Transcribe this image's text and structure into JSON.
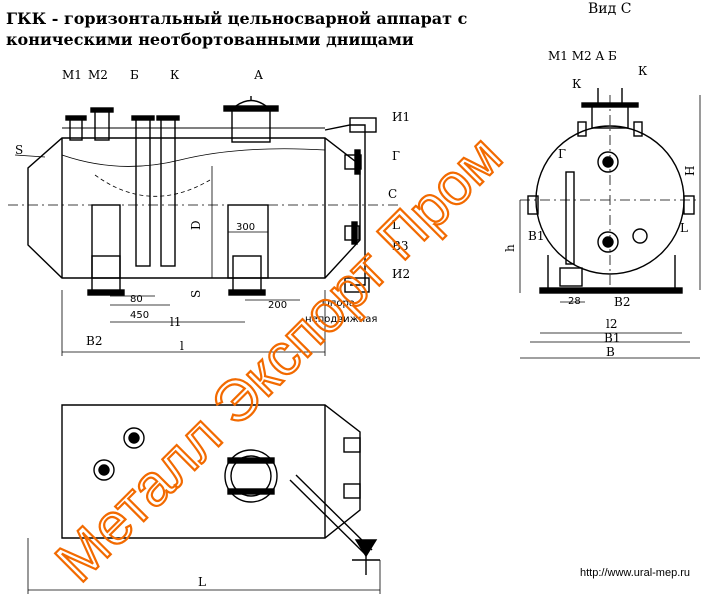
{
  "title": "ГКК - горизонтальный цельносварной аппарат с коническими неотбортованными днищами",
  "view_c": "Вид С",
  "watermark": "Металл Экспорт Пром",
  "url": "http://www.ural-mep.ru",
  "watermark_color": "#f26a00",
  "labels": {
    "M1": "M1",
    "M2": "M2",
    "B": "Б",
    "K": "К",
    "A": "А",
    "I1": "И1",
    "I2": "И2",
    "G": "Г",
    "C": "С",
    "L": "L",
    "V3": "В3",
    "S": "S",
    "D": "D",
    "V2": "В2",
    "V1": "В1",
    "H": "H",
    "h": "h",
    "l": "l",
    "l1": "l1",
    "l2": "l2",
    "Bcap": "В",
    "d300": "300",
    "d80": "80",
    "d450": "450",
    "d200": "200",
    "d28": "28",
    "support1": "Опора",
    "support2": "неподвижная",
    "right_top": "M1 M2 A Б"
  }
}
